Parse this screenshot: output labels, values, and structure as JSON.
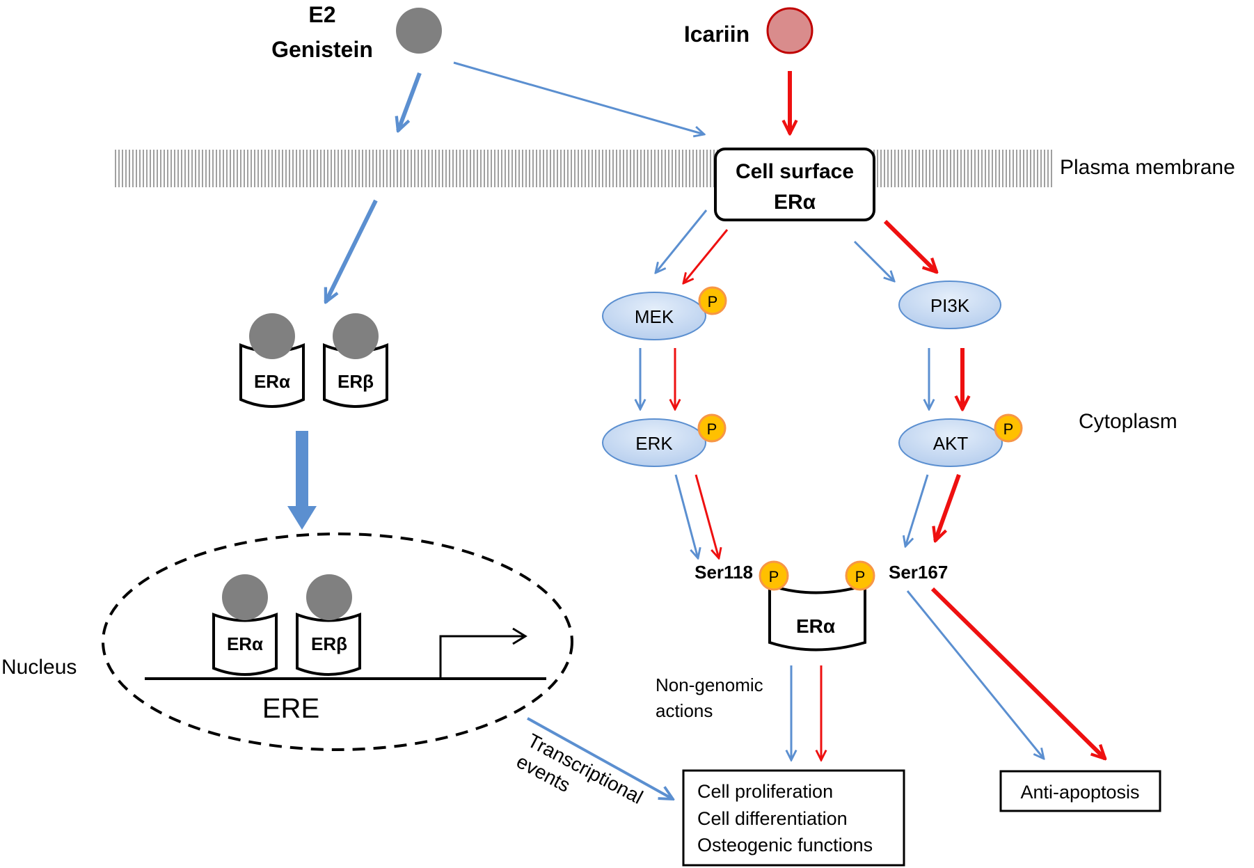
{
  "ligands": {
    "left_line1": "E2",
    "left_line2": "Genistein",
    "right": "Icariin"
  },
  "compartments": {
    "membrane": "Plasma membrane",
    "cytoplasm": "Cytoplasm",
    "nucleus": "Nucleus"
  },
  "receptor_surface": {
    "line1": "Cell surface",
    "line2": "ERα"
  },
  "receptors": {
    "er_alpha": "ERα",
    "er_beta": "ERβ"
  },
  "ere": "ERE",
  "kinases": {
    "mek": "MEK",
    "erk": "ERK",
    "pi3k": "PI3K",
    "akt": "AKT"
  },
  "phospho": "P",
  "sites": {
    "ser118": "Ser118",
    "ser167": "Ser167"
  },
  "annotations": {
    "non_genomic_line1": "Non-genomic",
    "non_genomic_line2": "actions",
    "transcriptional_line1": "Transcriptional",
    "transcriptional_line2": "events"
  },
  "outcomes": {
    "cell_proliferation": "Cell proliferation",
    "cell_differentiation": "Cell differentiation",
    "osteogenic": "Osteogenic functions",
    "anti_apoptosis": "Anti-apoptosis"
  },
  "colors": {
    "blue_arrow": "#5b8fd0",
    "red_arrow": "#ee1010",
    "ligand_gray": "#808080",
    "icariin_fill": "#d98c8c",
    "icariin_stroke": "#c00000",
    "kinase_fill": "#c6d9f1",
    "kinase_stroke": "#5b8fd0",
    "phospho_fill": "#ffc000",
    "phospho_stroke": "#f79646"
  }
}
